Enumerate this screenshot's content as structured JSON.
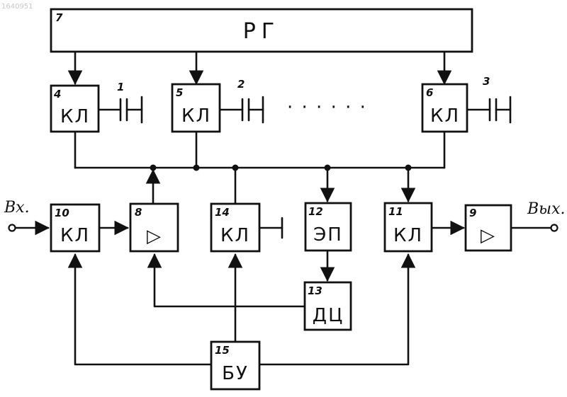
{
  "watermark": "1640951",
  "blocks": {
    "b7": {
      "num": "7",
      "label": "РГ"
    },
    "b4": {
      "num": "4",
      "label": "КЛ"
    },
    "b5": {
      "num": "5",
      "label": "КЛ"
    },
    "b6": {
      "num": "6",
      "label": "КЛ"
    },
    "b10": {
      "num": "10",
      "label": "КЛ"
    },
    "b8": {
      "num": "8",
      "label": "▷"
    },
    "b14": {
      "num": "14",
      "label": "КЛ"
    },
    "b12": {
      "num": "12",
      "label": "ЭП"
    },
    "b11": {
      "num": "11",
      "label": "КЛ"
    },
    "b9": {
      "num": "9",
      "label": "▷"
    },
    "b13": {
      "num": "13",
      "label": "ДЦ"
    },
    "b15": {
      "num": "15",
      "label": "БУ"
    }
  },
  "capacitors": {
    "c1": "1",
    "c2": "2",
    "c3": "3"
  },
  "ellipsis": "· · · · · ·",
  "input_label": "Вх.",
  "output_label": "Вых."
}
